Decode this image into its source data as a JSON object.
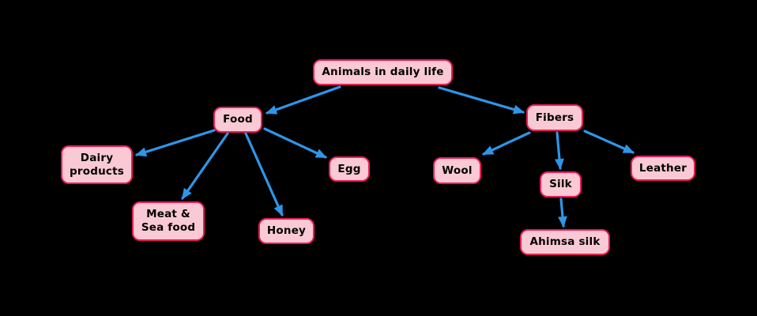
{
  "colors": {
    "background": "#000000",
    "node_fill": "#f9c9d5",
    "node_border": "#ec1c55",
    "node_text": "#000000",
    "arrow": "#2e96e9"
  },
  "nodes": {
    "root": {
      "label": "Animals in daily life"
    },
    "food": {
      "label": "Food"
    },
    "fibers": {
      "label": "Fibers"
    },
    "dairy": {
      "label": "Dairy products"
    },
    "meat": {
      "label": "Meat & Sea food"
    },
    "honey": {
      "label": "Honey"
    },
    "egg": {
      "label": "Egg"
    },
    "wool": {
      "label": "Wool"
    },
    "silk": {
      "label": "Silk"
    },
    "leather": {
      "label": "Leather"
    },
    "ahimsa_silk": {
      "label": "Ahimsa silk"
    }
  },
  "edges": [
    {
      "from": "root",
      "to": "food"
    },
    {
      "from": "root",
      "to": "fibers"
    },
    {
      "from": "food",
      "to": "dairy"
    },
    {
      "from": "food",
      "to": "meat"
    },
    {
      "from": "food",
      "to": "honey"
    },
    {
      "from": "food",
      "to": "egg"
    },
    {
      "from": "fibers",
      "to": "wool"
    },
    {
      "from": "fibers",
      "to": "silk"
    },
    {
      "from": "fibers",
      "to": "leather"
    },
    {
      "from": "silk",
      "to": "ahimsa_silk"
    }
  ]
}
